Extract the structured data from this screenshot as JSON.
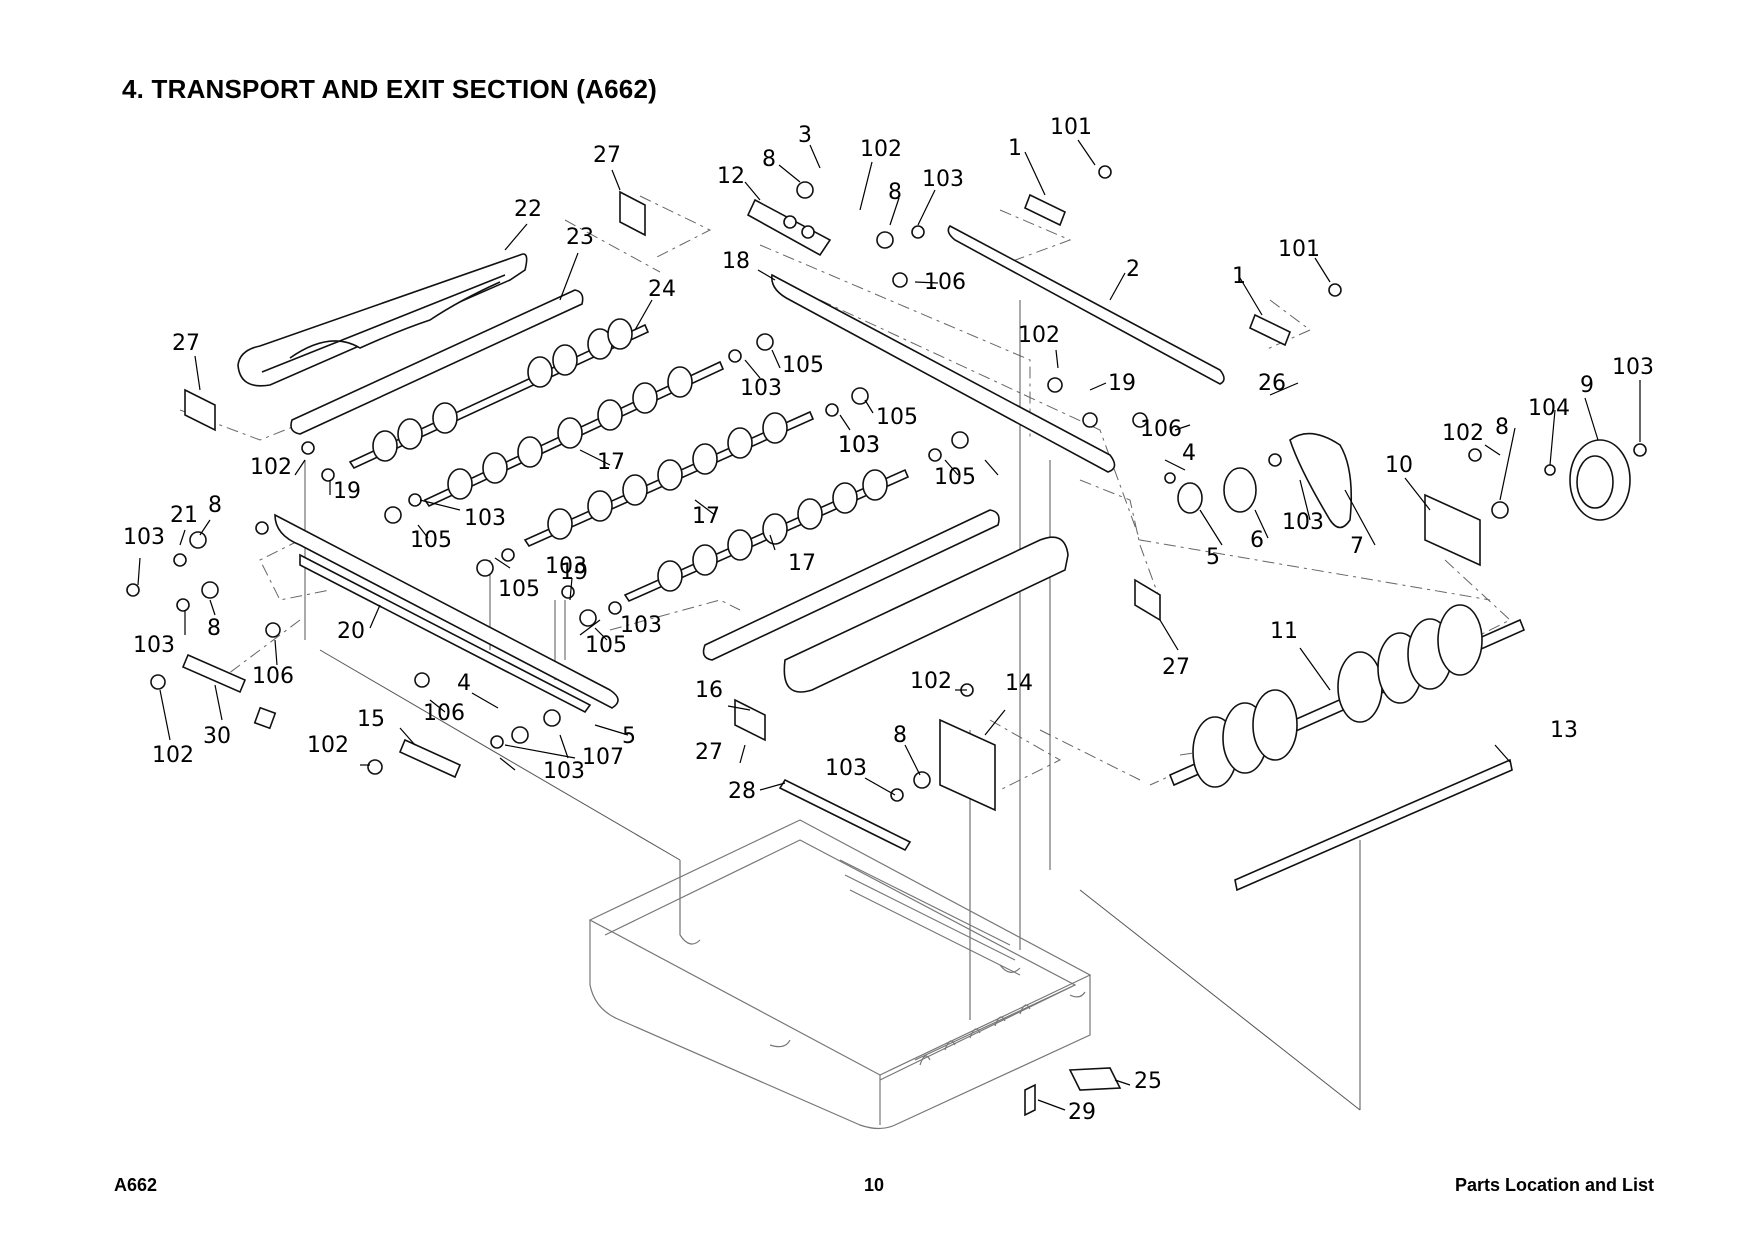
{
  "page": {
    "title": "4. TRANSPORT AND EXIT SECTION (A662)",
    "footer_left": "A662",
    "footer_page": "10",
    "footer_right": "Parts Location and List"
  },
  "callouts": [
    {
      "id": "c1",
      "label": "27"
    },
    {
      "id": "c2",
      "label": "3"
    },
    {
      "id": "c3",
      "label": "8"
    },
    {
      "id": "c4",
      "label": "12"
    },
    {
      "id": "c5",
      "label": "102"
    },
    {
      "id": "c6",
      "label": "8"
    },
    {
      "id": "c7",
      "label": "103"
    },
    {
      "id": "c8",
      "label": "1"
    },
    {
      "id": "c9",
      "label": "101"
    },
    {
      "id": "c10",
      "label": "22"
    },
    {
      "id": "c11",
      "label": "23"
    },
    {
      "id": "c12",
      "label": "18"
    },
    {
      "id": "c13",
      "label": "106"
    },
    {
      "id": "c14",
      "label": "2"
    },
    {
      "id": "c15",
      "label": "1"
    },
    {
      "id": "c16",
      "label": "101"
    },
    {
      "id": "c17",
      "label": "24"
    },
    {
      "id": "c18",
      "label": "27"
    },
    {
      "id": "c19",
      "label": "105"
    },
    {
      "id": "c20",
      "label": "103"
    },
    {
      "id": "c21",
      "label": "102"
    },
    {
      "id": "c22",
      "label": "19"
    },
    {
      "id": "c23",
      "label": "26"
    },
    {
      "id": "c24",
      "label": "103"
    },
    {
      "id": "c25",
      "label": "105"
    },
    {
      "id": "c26",
      "label": "103"
    },
    {
      "id": "c27",
      "label": "106"
    },
    {
      "id": "c28",
      "label": "102"
    },
    {
      "id": "c29",
      "label": "8"
    },
    {
      "id": "c30",
      "label": "104"
    },
    {
      "id": "c31",
      "label": "9"
    },
    {
      "id": "c32",
      "label": "102"
    },
    {
      "id": "c33",
      "label": "19"
    },
    {
      "id": "c34",
      "label": "17"
    },
    {
      "id": "c35",
      "label": "103"
    },
    {
      "id": "c36",
      "label": "105"
    },
    {
      "id": "c37",
      "label": "4"
    },
    {
      "id": "c38",
      "label": "10"
    },
    {
      "id": "c39",
      "label": "21"
    },
    {
      "id": "c40",
      "label": "8"
    },
    {
      "id": "c41",
      "label": "103"
    },
    {
      "id": "c42",
      "label": "103"
    },
    {
      "id": "c43",
      "label": "17"
    },
    {
      "id": "c44",
      "label": "103"
    },
    {
      "id": "c45",
      "label": "5"
    },
    {
      "id": "c46",
      "label": "6"
    },
    {
      "id": "c47",
      "label": "7"
    },
    {
      "id": "c48",
      "label": "105"
    },
    {
      "id": "c49",
      "label": "103"
    },
    {
      "id": "c50",
      "label": "19"
    },
    {
      "id": "c51",
      "label": "17"
    },
    {
      "id": "c52",
      "label": "103"
    },
    {
      "id": "c53",
      "label": "8"
    },
    {
      "id": "c54",
      "label": "105"
    },
    {
      "id": "c55",
      "label": "105"
    },
    {
      "id": "c56",
      "label": "103"
    },
    {
      "id": "c57",
      "label": "20"
    },
    {
      "id": "c58",
      "label": "27"
    },
    {
      "id": "c59",
      "label": "106"
    },
    {
      "id": "c60",
      "label": "11"
    },
    {
      "id": "c61",
      "label": "102"
    },
    {
      "id": "c62",
      "label": "14"
    },
    {
      "id": "c63",
      "label": "4"
    },
    {
      "id": "c64",
      "label": "16"
    },
    {
      "id": "c65",
      "label": "106"
    },
    {
      "id": "c66",
      "label": "30"
    },
    {
      "id": "c67",
      "label": "15"
    },
    {
      "id": "c68",
      "label": "5"
    },
    {
      "id": "c69",
      "label": "102"
    },
    {
      "id": "c70",
      "label": "107"
    },
    {
      "id": "c71",
      "label": "27"
    },
    {
      "id": "c72",
      "label": "8"
    },
    {
      "id": "c73",
      "label": "13"
    },
    {
      "id": "c74",
      "label": "102"
    },
    {
      "id": "c75",
      "label": "103"
    },
    {
      "id": "c76",
      "label": "103"
    },
    {
      "id": "c77",
      "label": "28"
    },
    {
      "id": "c78",
      "label": "25"
    },
    {
      "id": "c79",
      "label": "29"
    }
  ]
}
